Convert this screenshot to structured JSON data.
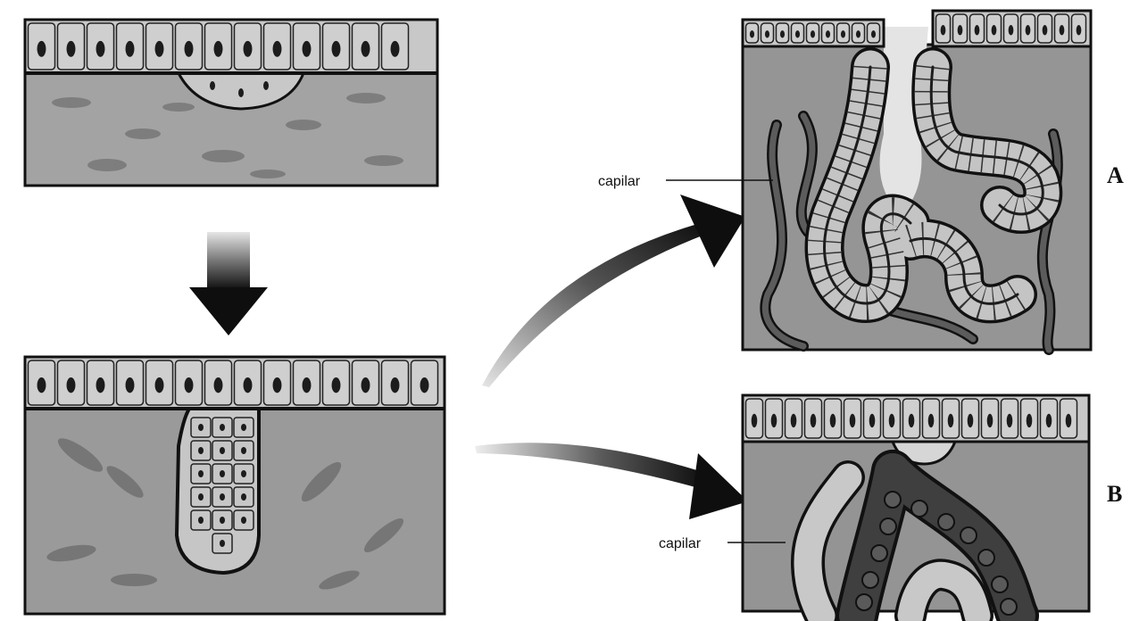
{
  "labels": {
    "capilar_a": "capilar",
    "capilar_b": "capilar",
    "panel_a": "A",
    "panel_b": "B"
  },
  "colors": {
    "tissue": "#9c9c9c",
    "tissue_dark": "#6f6f6f",
    "epithelium": "#c9c9c9",
    "nucleus": "#1c1c1c",
    "outline": "#111111",
    "capillary": "#5a5a5a",
    "secretion": "#d8d8d8"
  }
}
